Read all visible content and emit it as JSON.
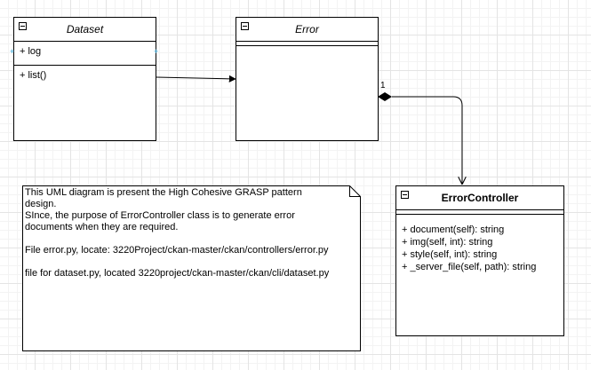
{
  "classes": {
    "dataset": {
      "name": "Dataset",
      "attributes": [
        "+ log"
      ],
      "methods": [
        "+ list()"
      ]
    },
    "error": {
      "name": "Error",
      "attributes": [],
      "methods": []
    },
    "error_controller": {
      "name": "ErrorController",
      "attributes": [],
      "methods": [
        "+ document(self): string",
        "+ img(self, int): string",
        "+ style(self, int): string",
        "+ _server_file(self, path): string"
      ]
    }
  },
  "relations": {
    "composition_multiplicity": "1"
  },
  "note": {
    "lines": [
      "This UML diagram is present the High Cohesive GRASP pattern",
      "design.",
      "SInce, the purpose of ErrorController class is to generate error",
      "documents when they are required.",
      "",
      "File error.py, locate: 3220Project/ckan-master/ckan/controllers/error.py",
      "",
      "file for dataset.py, located 3220project/ckan-master/ckan/cli/dataset.py"
    ]
  },
  "colors": {
    "line": "#000000",
    "handle": "#2aa3d8"
  }
}
